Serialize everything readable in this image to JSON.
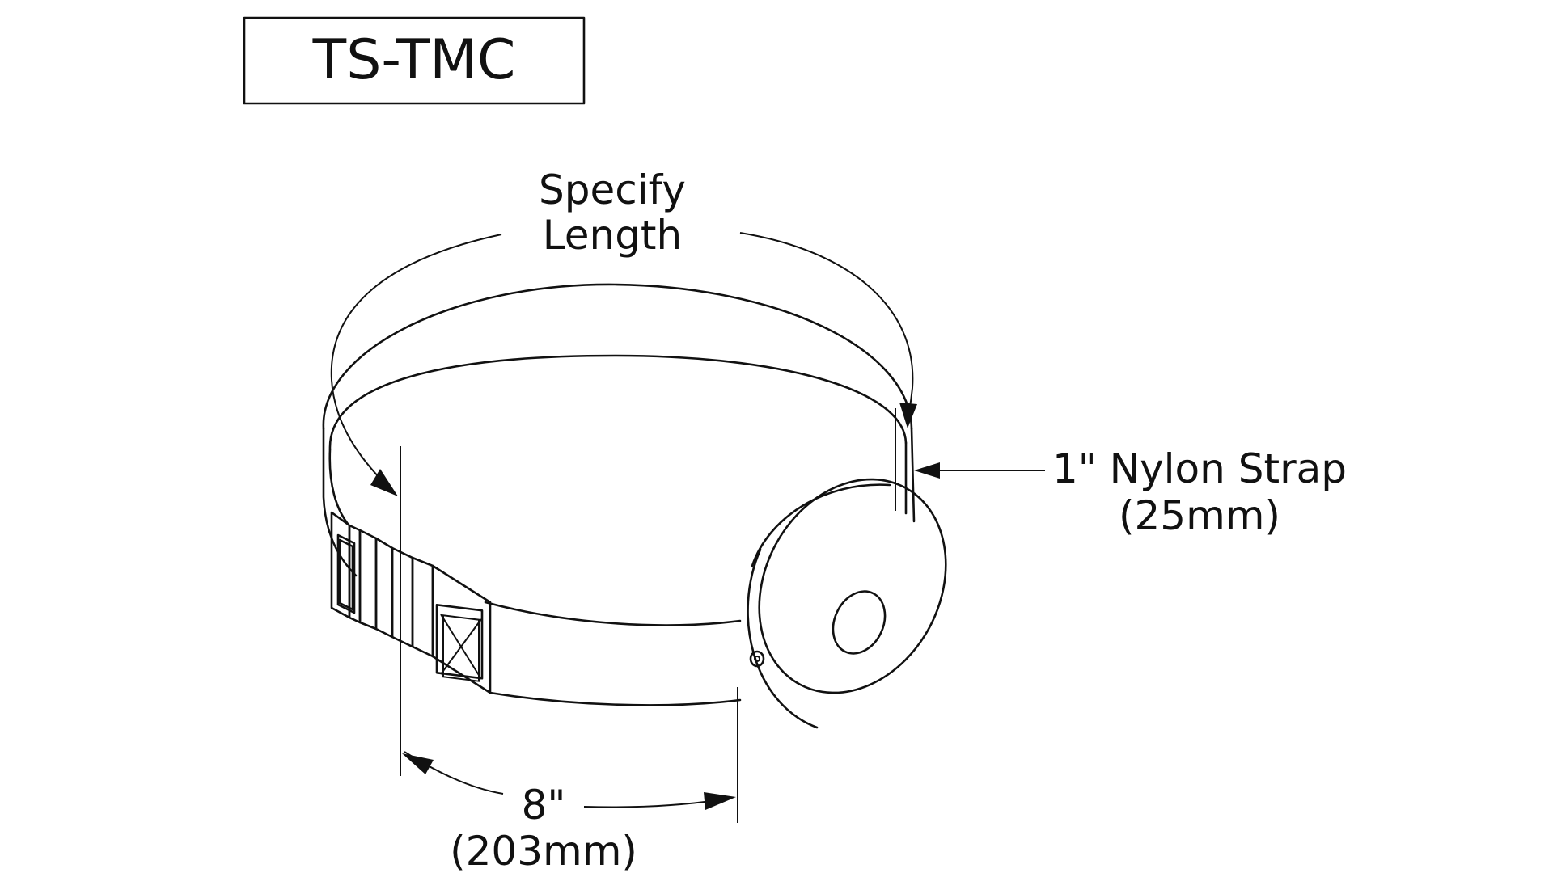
{
  "model_label": "TS-TMC",
  "length_label": {
    "line1": "Specify",
    "line2": "Length"
  },
  "strap_label": {
    "line1": "1\" Nylon Strap",
    "line2": "(25mm)"
  },
  "width_label": {
    "line1": "8\"",
    "line2": "(203mm)"
  }
}
